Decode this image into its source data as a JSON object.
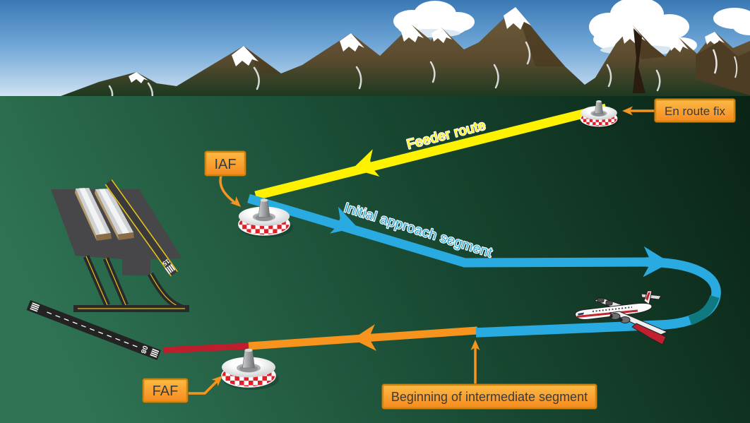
{
  "figure": {
    "callouts": {
      "en_route_fix": "En route fix",
      "iaf": "IAF",
      "faf": "FAF",
      "intermediate": "Beginning of intermediate segment"
    },
    "route_labels": {
      "feeder": "Feeder route",
      "initial_approach": "Initial approach segment"
    },
    "runways": {
      "main_number": "15",
      "approach_number": "08"
    },
    "colors": {
      "feeder_route": "#FFF200",
      "initial_segment": "#29ABE2",
      "procedure_turn_shadow": "#0E7A80",
      "intermediate_segment": "#F7941D",
      "final_segment": "#BE1E2D",
      "leader": "#F7941D",
      "callout_border": "#CE8512",
      "callout_text": "#3B3B3B",
      "station_checker": "#E31E26"
    }
  }
}
